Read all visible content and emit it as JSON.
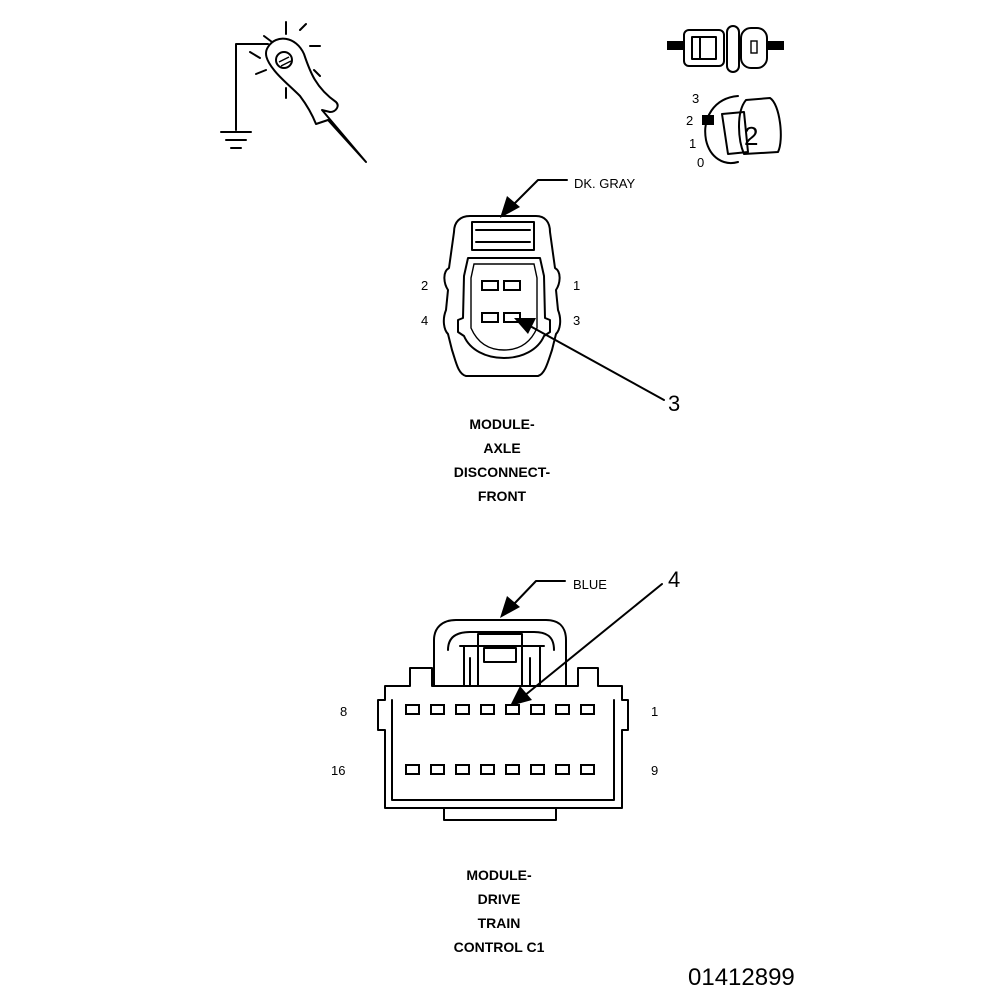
{
  "probe_icon": {
    "icon": "back-probe-test-light-icon"
  },
  "key_icon": {
    "icon": "ignition-switch-position-icon",
    "positions": [
      "3",
      "2",
      "1",
      "0"
    ],
    "key_label": "2"
  },
  "axle_connector": {
    "color_label": "DK. GRAY",
    "pin_labels": {
      "top_left": "2",
      "top_right": "1",
      "bottom_left": "4",
      "bottom_right": "3"
    },
    "callout": "3",
    "title_lines": [
      "MODULE-",
      "AXLE",
      "DISCONNECT-",
      "FRONT"
    ]
  },
  "drivetrain_connector": {
    "color_label": "BLUE",
    "pin_labels": {
      "top_left": "8",
      "top_right": "1",
      "bottom_left": "16",
      "bottom_right": "9"
    },
    "callout": "4",
    "title_lines": [
      "MODULE-",
      "DRIVE",
      "TRAIN",
      "CONTROL C1"
    ]
  },
  "figure_code": "01412899"
}
